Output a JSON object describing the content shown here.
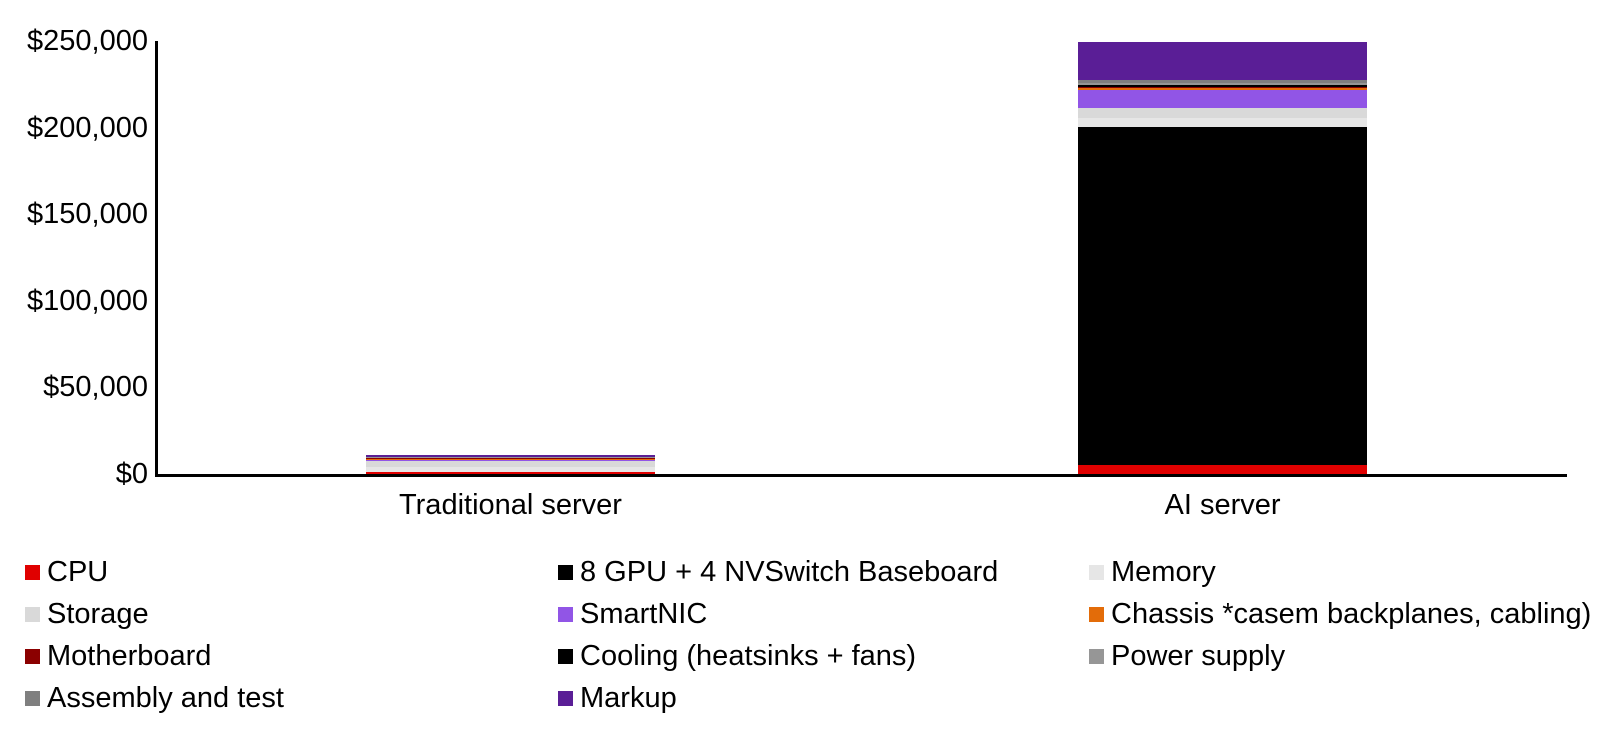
{
  "chart_data": {
    "type": "bar",
    "stacked": true,
    "title": "",
    "xlabel": "",
    "ylabel": "",
    "categories": [
      "Traditional server",
      "AI server"
    ],
    "series": [
      {
        "name": "CPU",
        "color": "#E00000",
        "values": [
          1400,
          5200
        ]
      },
      {
        "name": "8 GPU + 4 NVSwitch Baseboard",
        "color": "#000000",
        "values": [
          0,
          195000
        ]
      },
      {
        "name": "Memory",
        "color": "#E6E6E6",
        "values": [
          2800,
          5500
        ]
      },
      {
        "name": "Storage",
        "color": "#D9D9D9",
        "values": [
          3500,
          5500
        ]
      },
      {
        "name": "SmartNIC",
        "color": "#9155E6",
        "values": [
          600,
          10500
        ]
      },
      {
        "name": "Chassis *casem backplanes, cabling)",
        "color": "#E36C09",
        "values": [
          300,
          1200
        ]
      },
      {
        "name": "Motherboard",
        "color": "#8B0000",
        "values": [
          600,
          500
        ]
      },
      {
        "name": "Cooling (heatsinks + fans)",
        "color": "#000000",
        "values": [
          200,
          1000
        ]
      },
      {
        "name": "Power supply",
        "color": "#969696",
        "values": [
          300,
          1200
        ]
      },
      {
        "name": "Assembly and test",
        "color": "#7F7F7F",
        "values": [
          400,
          1700
        ]
      },
      {
        "name": "Markup",
        "color": "#5A1E96",
        "values": [
          900,
          21900
        ]
      }
    ],
    "totals": {
      "Traditional server": 11000,
      "AI server": 249200
    },
    "ylim": [
      0,
      250000
    ],
    "ytick_values": [
      0,
      50000,
      100000,
      150000,
      200000,
      250000
    ],
    "yticks": [
      "$0",
      "$50,000",
      "$100,000",
      "$150,000",
      "$200,000",
      "$250,000"
    ],
    "grid": false,
    "legend_position": "bottom",
    "legend_columns": 3,
    "axis_color": "#000000",
    "text_color": "#000000"
  }
}
